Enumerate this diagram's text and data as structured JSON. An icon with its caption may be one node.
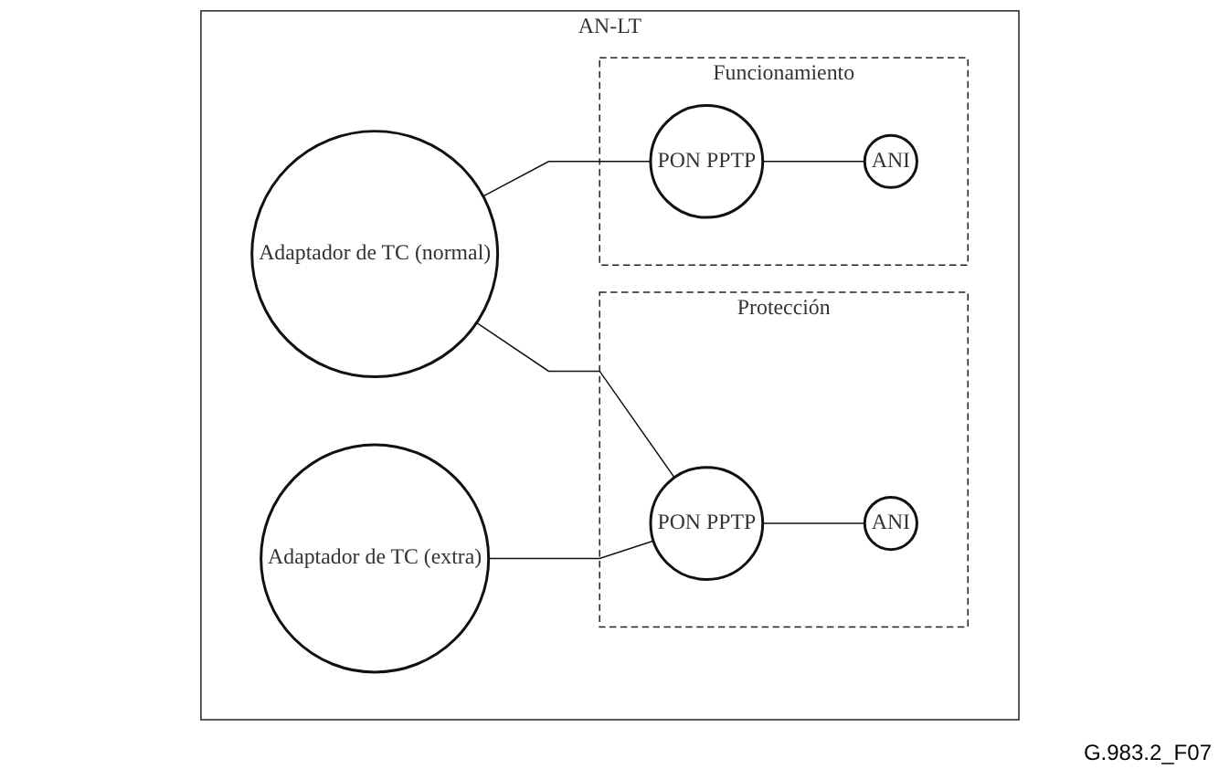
{
  "diagram": {
    "nodes": [
      {
        "text": [
          "AN-LT"
        ]
      },
      {
        "text": [
          "Adaptador de TC (normal)"
        ],
        "in": 0
      },
      {
        "text": [
          "Funcionamiento"
        ],
        "in": 0
      },
      {
        "text": [
          "PON PPTP"
        ],
        "in": 2
      },
      {
        "text": [
          "ANI"
        ],
        "in": 2
      },
      {
        "text": [
          "Adaptador de TC (extra)"
        ],
        "in": 0
      },
      {
        "text": [
          "Protección"
        ],
        "in": 0
      },
      {
        "text": [
          "PON PPTP"
        ],
        "in": 6
      },
      {
        "text": [
          "ANI"
        ],
        "in": 6
      }
    ],
    "edges": [
      {
        "from": 1,
        "to": 3,
        "arrow": "none"
      },
      {
        "from": 3,
        "to": 4,
        "arrow": "none"
      },
      {
        "from": 1,
        "to": 7,
        "arrow": "none"
      },
      {
        "from": 5,
        "to": 7,
        "arrow": "none"
      },
      {
        "from": 7,
        "to": 8,
        "arrow": "none"
      }
    ],
    "labels": [
      "G.983.2_F07"
    ]
  }
}
